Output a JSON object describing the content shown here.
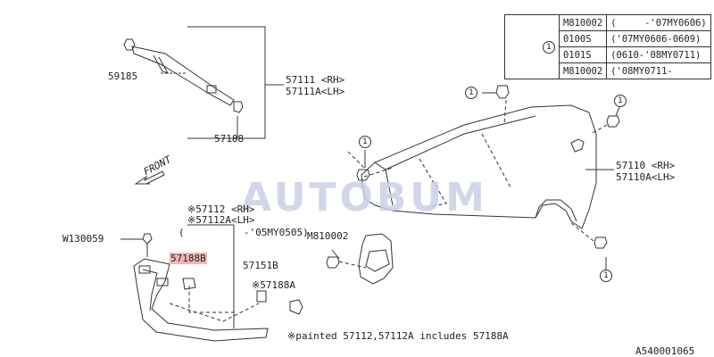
{
  "watermark": "AUTOBUM",
  "front_label": "FRONT",
  "legend": {
    "marker": "1",
    "rows": [
      {
        "part": "M810002",
        "range": "(     -'07MY0606)"
      },
      {
        "part": "0100S",
        "range": "('07MY0606-0609)"
      },
      {
        "part": "0101S",
        "range": "(0610-'08MY0711)"
      },
      {
        "part": "M810002",
        "range": "('08MY0711-     "
      }
    ]
  },
  "labels": {
    "p59185": "59185",
    "p57111": "57111 <RH>",
    "p57111a": "57111A<LH>",
    "p57188": "57188",
    "p57110": "57110 <RH>",
    "p57110a": "57110A<LH>",
    "p57112": "※57112 <RH>",
    "p57112a": "※57112A<LH>",
    "range_note": "(          -'05MY0505)",
    "w130059": "W130059",
    "p57188b": "57188B",
    "p57151b": "57151B",
    "p57188a": "※57188A",
    "m810002": "M810002",
    "marker": "1"
  },
  "footnote": "※painted 57112,57112A includes 57188A",
  "diagram_code": "A540001065"
}
